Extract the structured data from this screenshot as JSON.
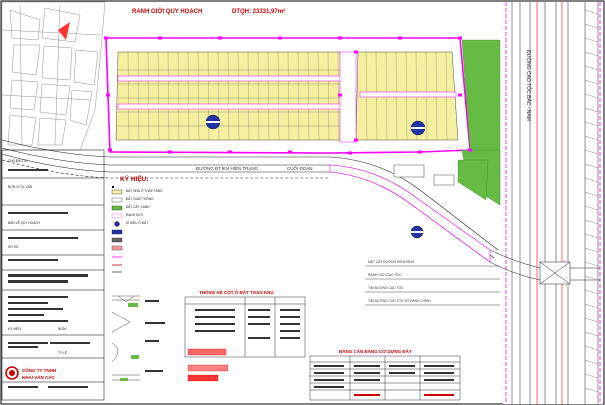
{
  "title_block": {
    "boundary_label": "RANH GIỚI QUY HOẠCH",
    "area_label": "DTQH: 23331,97m²",
    "street_label": "ĐƯỜNG ĐT.904 HIỆN TRẠNG",
    "street_code": "CUỐI ĐOẠN",
    "highway_label": "ĐƯỜNG CAO TỐC BẮC - NAM",
    "legend_heading": "KÝ HIỆU:",
    "table1_heading": "THỐNG KÊ CỘT Ô ĐẤT TOÀN KHU",
    "table2_heading": "BẢNG CÂN BẰNG CƠ DỰNG ĐẤT",
    "logo_line1": "CÔNG TY TNHH",
    "logo_line2": "KHẢI VĂN CÁC"
  },
  "legend": [
    {
      "text": "ĐẤT NHÀ Ở THẤP TẦNG",
      "color": "#f5f0a0"
    },
    {
      "text": "ĐẤT GIAO THÔNG",
      "color": "#ffffff"
    },
    {
      "text": "ĐẤT CÂY XANH",
      "color": "#66bb44"
    },
    {
      "text": "RANH GIỚI",
      "color": "#ff00ff"
    },
    {
      "text": "KÍ HIỆU Ô ĐẤT",
      "color": "#2233aa"
    }
  ],
  "section_labels": [
    "MẶT CẮT ĐƯỜNG ĐIỂN HÌNH",
    "RANH GIỚI CAO TỐC",
    "TIM ĐƯỜNG CAO TỐC",
    "TIM ĐƯỜNG CAO TỐC SỐ HÀNH CHÍNH"
  ],
  "side_notes": [
    "CHỦ ĐẦU TƯ",
    "ĐƠN VỊ TƯ VẤN",
    "BẢN VẼ QUY HOẠCH",
    "HỒ SƠ",
    "KÝ HIỆU",
    "NGÀY",
    "TỶ LỆ"
  ],
  "colors": {
    "boundary": "#ff00ff",
    "residential": "#f5f0a0",
    "green": "#66bb44",
    "accent_red": "#cc0000",
    "road_line": "#222222"
  }
}
